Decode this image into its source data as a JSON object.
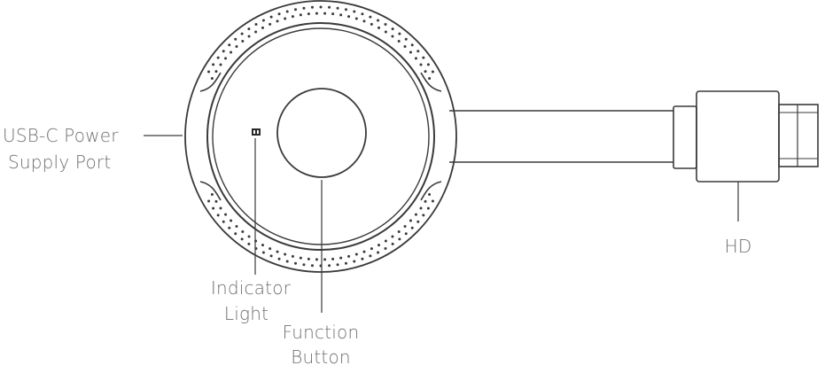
{
  "labels": {
    "usb_c_line1": "USB-C Power",
    "usb_c_line2": "Supply Port",
    "indicator_line1": "Indicator",
    "indicator_line2": "Light",
    "function_line1": "Function",
    "function_line2": "Button",
    "hd": "HD"
  },
  "colors": {
    "outline": "#3a3a3a",
    "label_text": "#6f6f6f",
    "background": "#ffffff"
  }
}
